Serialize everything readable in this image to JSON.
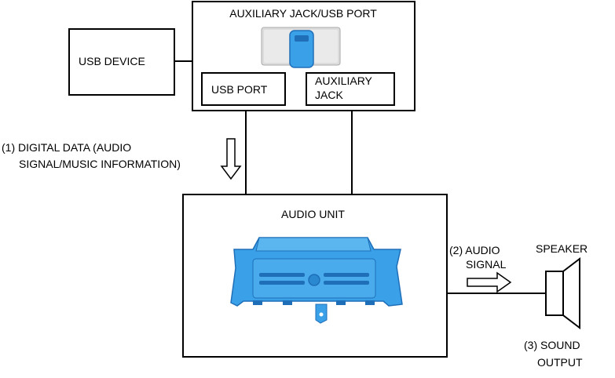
{
  "labels": {
    "aux_usb_port": "AUXILIARY JACK/USB PORT",
    "usb_device": "USB DEVICE",
    "usb_port": "USB PORT",
    "aux_jack_line1": "AUXILIARY",
    "aux_jack_line2": "JACK",
    "digital_line1": "(1) DIGITAL DATA (AUDIO",
    "digital_line2": "SIGNAL/MUSIC INFORMATION)",
    "audio_unit": "AUDIO UNIT",
    "audio_signal_line1": "(2) AUDIO",
    "audio_signal_line2": "SIGNAL",
    "speaker": "SPEAKER",
    "sound_output_line1": "(3) SOUND",
    "sound_output_line2": "OUTPUT"
  },
  "colors": {
    "line": "#000000",
    "part_blue": "#3aa0e8",
    "part_blue_dark": "#1f6fb8",
    "part_grey": "#dcdcdc"
  }
}
